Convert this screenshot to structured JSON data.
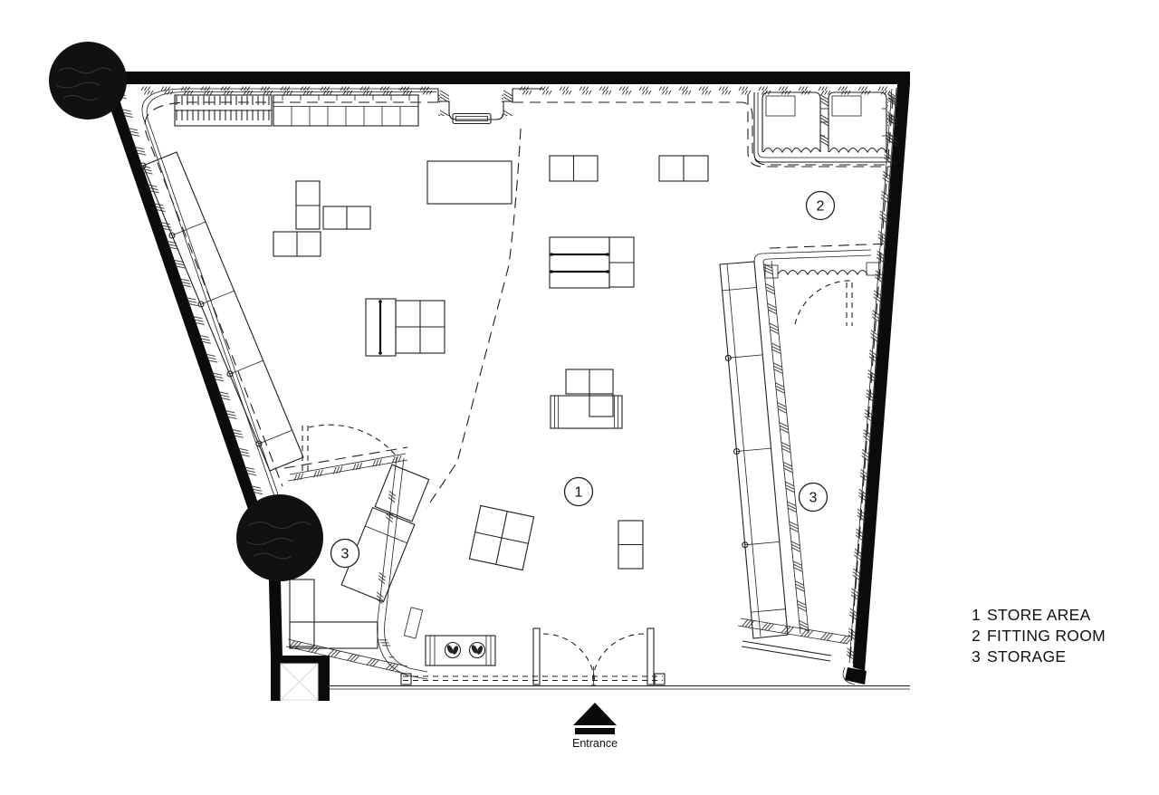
{
  "floor_plan": {
    "colors": {
      "background": "#ffffff",
      "linework": "#1f1f1f",
      "walls": "#0b0b0b"
    },
    "legend": {
      "items": [
        {
          "number": "1",
          "label": "STORE AREA"
        },
        {
          "number": "2",
          "label": "FITTING ROOM"
        },
        {
          "number": "3",
          "label": "STORAGE"
        }
      ]
    },
    "entrance": {
      "label": "Entrance"
    },
    "markers": {
      "store_area": {
        "number": "1"
      },
      "fitting_room": {
        "number": "2"
      },
      "storage_main": {
        "number": "3"
      },
      "storage_secondary": {
        "number": "3"
      }
    }
  }
}
